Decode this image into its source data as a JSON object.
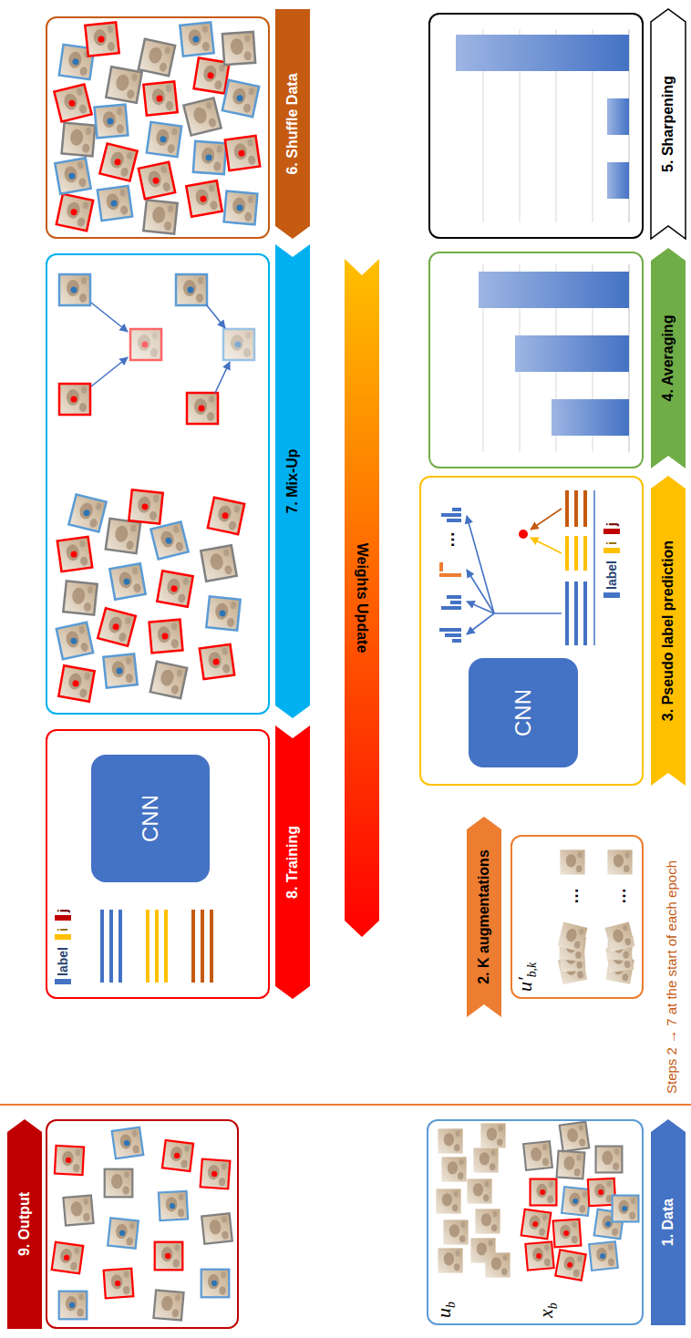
{
  "diagram": {
    "nodes": [
      {
        "text": [
          "1. Data",
          "ub",
          "xb"
        ]
      },
      {
        "text": [
          "2. K augmentations",
          "u′b,k"
        ]
      },
      {
        "text": [
          "3. Pseudo label prediction"
        ]
      },
      {
        "text": [
          "CNN"
        ],
        "in": 2
      },
      {
        "text": [
          "4. Averaging"
        ]
      },
      {
        "text": [
          "5. Sharpening"
        ]
      },
      {
        "text": [
          "6. Shuffle Data"
        ]
      },
      {
        "text": [
          "7. Mix-Up"
        ]
      },
      {
        "text": [
          "8. Training"
        ]
      },
      {
        "text": [
          "CNN"
        ],
        "in": 8
      },
      {
        "text": [
          "9. Output"
        ]
      },
      {
        "text": [
          "Weights Update"
        ]
      }
    ],
    "labels": [
      "…",
      "…",
      "…",
      "Steps 2 → 7 at the start of each epoch"
    ],
    "legend": [
      {
        "text": "label",
        "color": "#4472C4"
      },
      {
        "text": "i",
        "color": "#FFC000"
      },
      {
        "text": "j",
        "color": "#C00000"
      },
      {
        "text": "label",
        "color": "#4472C4"
      },
      {
        "text": "i",
        "color": "#FFC000"
      },
      {
        "text": "j",
        "color": "#C00000"
      }
    ]
  }
}
